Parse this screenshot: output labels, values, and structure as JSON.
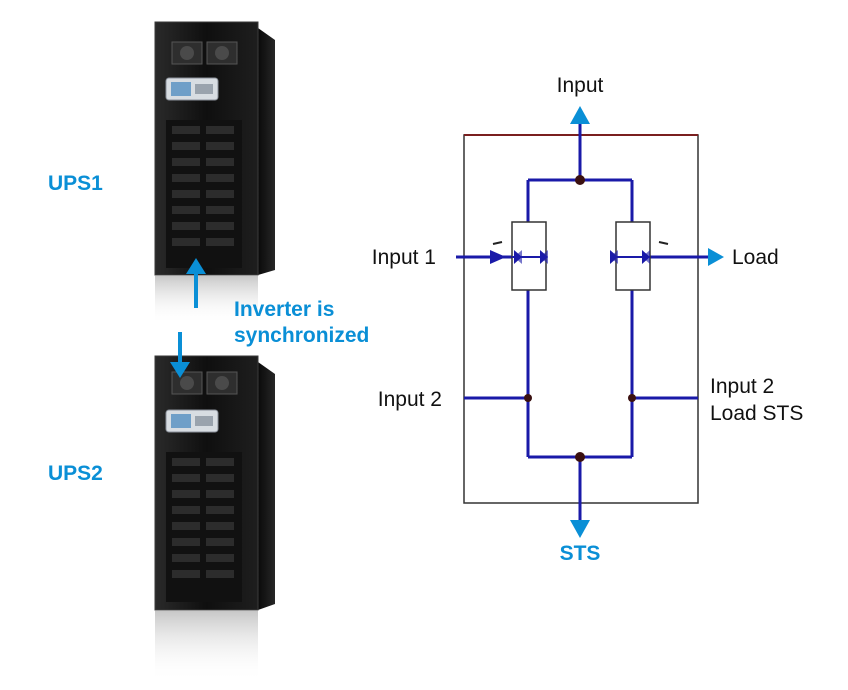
{
  "ups": {
    "unit1_label": "UPS1",
    "unit2_label": "UPS2",
    "sync_line1": "Inverter is",
    "sync_line2": "synchronized"
  },
  "schematic": {
    "top_label": "Input",
    "left_input1_label": "Input 1",
    "left_input2_label": "Input 2",
    "right_load_label": "Load",
    "right_input2_line1": "Input 2",
    "right_input2_line2": "Load STS",
    "bottom_label": "STS"
  },
  "colors": {
    "accent_blue": "#0a8fd6",
    "wire_blue": "#1a1aa8",
    "node": "#3a1010",
    "frame": "#333333",
    "frame_top": "#7a1f1f",
    "cabinet": "#141414"
  }
}
